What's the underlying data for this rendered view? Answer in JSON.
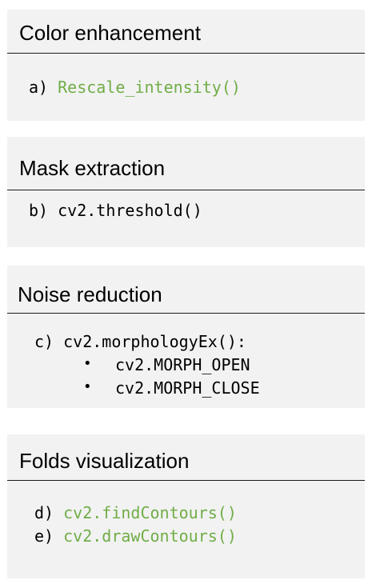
{
  "panels": [
    {
      "title": "Color enhancement",
      "lines": [
        {
          "prefix": "a) ",
          "code": "Rescale_intensity()",
          "highlight": true
        }
      ]
    },
    {
      "title": "Mask extraction",
      "lines": [
        {
          "prefix": "b) ",
          "code": "cv2.threshold()",
          "highlight": false
        }
      ]
    },
    {
      "title": "Noise reduction",
      "lines": [
        {
          "prefix": "c) ",
          "code": "cv2.morphologyEx():",
          "highlight": false
        }
      ],
      "bullets": [
        "cv2.MORPH_OPEN",
        "cv2.MORPH_CLOSE"
      ],
      "bullet_symbol": "•"
    },
    {
      "title": "Folds visualization",
      "lines": [
        {
          "prefix": "d) ",
          "code": "cv2.findContours()",
          "highlight": true
        },
        {
          "prefix": "e) ",
          "code": "cv2.drawContours()",
          "highlight": true
        }
      ]
    }
  ],
  "colors": {
    "panel_bg": "#f2f2f2",
    "highlight": "#70ad47",
    "text": "#000000"
  }
}
